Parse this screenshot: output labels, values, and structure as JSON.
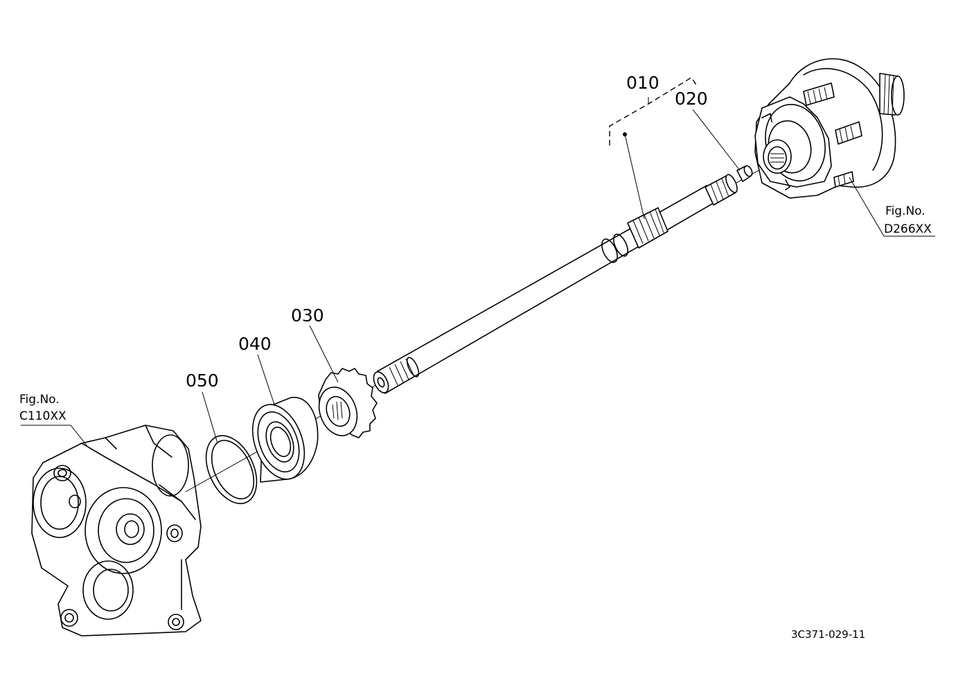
{
  "callouts": {
    "p010": "010",
    "p020": "020",
    "p030": "030",
    "p040": "040",
    "p050": "050"
  },
  "fig_refs": {
    "left": {
      "prefix": "Fig.No.",
      "code": "C110XX"
    },
    "right": {
      "prefix": "Fig.No.",
      "code": "D266XX"
    }
  },
  "drawing_code": "3C371-029-11"
}
